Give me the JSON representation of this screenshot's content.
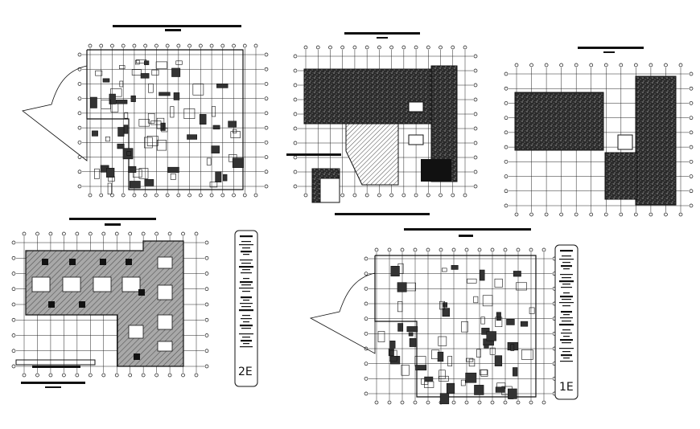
{
  "drawing": {
    "sheets": [
      {
        "id": "sheet-2e",
        "label": "2E"
      },
      {
        "id": "sheet-1e",
        "label": "1E"
      }
    ],
    "colors": {
      "ink": "#111111",
      "hatch_fill": "#9a9a9a",
      "dense_fill": "#1e1e1e",
      "paper": "#ffffff"
    },
    "plans": [
      {
        "name": "plan-top-left",
        "style": "framing"
      },
      {
        "name": "plan-top-center",
        "style": "dense"
      },
      {
        "name": "plan-top-right",
        "style": "dense"
      },
      {
        "name": "plan-bottom-left",
        "style": "hatched"
      },
      {
        "name": "plan-bottom-center",
        "style": "framing"
      }
    ]
  }
}
